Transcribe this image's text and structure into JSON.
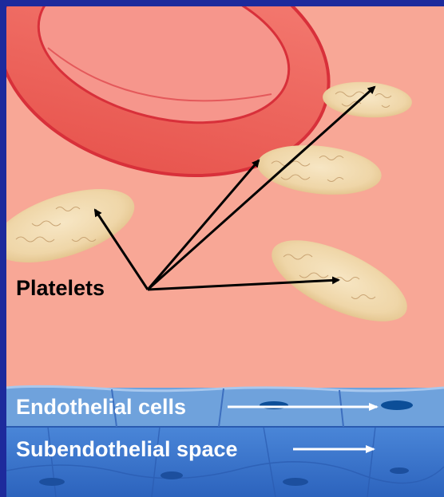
{
  "labels": {
    "platelets": "Platelets",
    "endothelial_cells": "Endothelial cells",
    "subendothelial_space": "Subendothelial space"
  },
  "colors": {
    "border": "#1d2a9c",
    "lumen": "#f8a796",
    "red_cell": "#f06a62",
    "platelet": "#f2dcb2",
    "endothelium": "#6fa2dc",
    "subendothelium": "#3a78cf",
    "nucleus": "#0c4e98",
    "pointer_black": "#000000",
    "pointer_white": "#ffffff"
  }
}
